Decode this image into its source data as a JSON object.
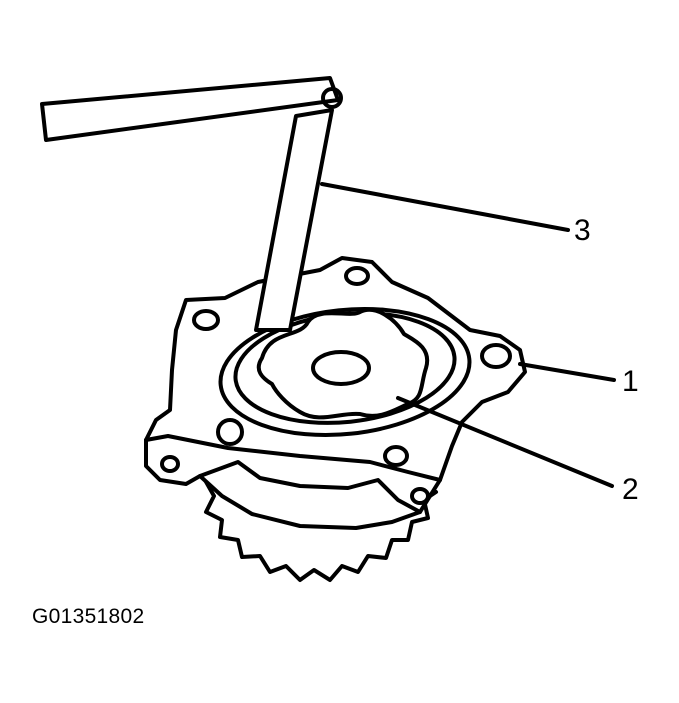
{
  "figure_id": "G01351802",
  "callouts": {
    "one": "1",
    "two": "2",
    "three": "3"
  },
  "colors": {
    "ink": "#000000",
    "paper": "#ffffff"
  }
}
